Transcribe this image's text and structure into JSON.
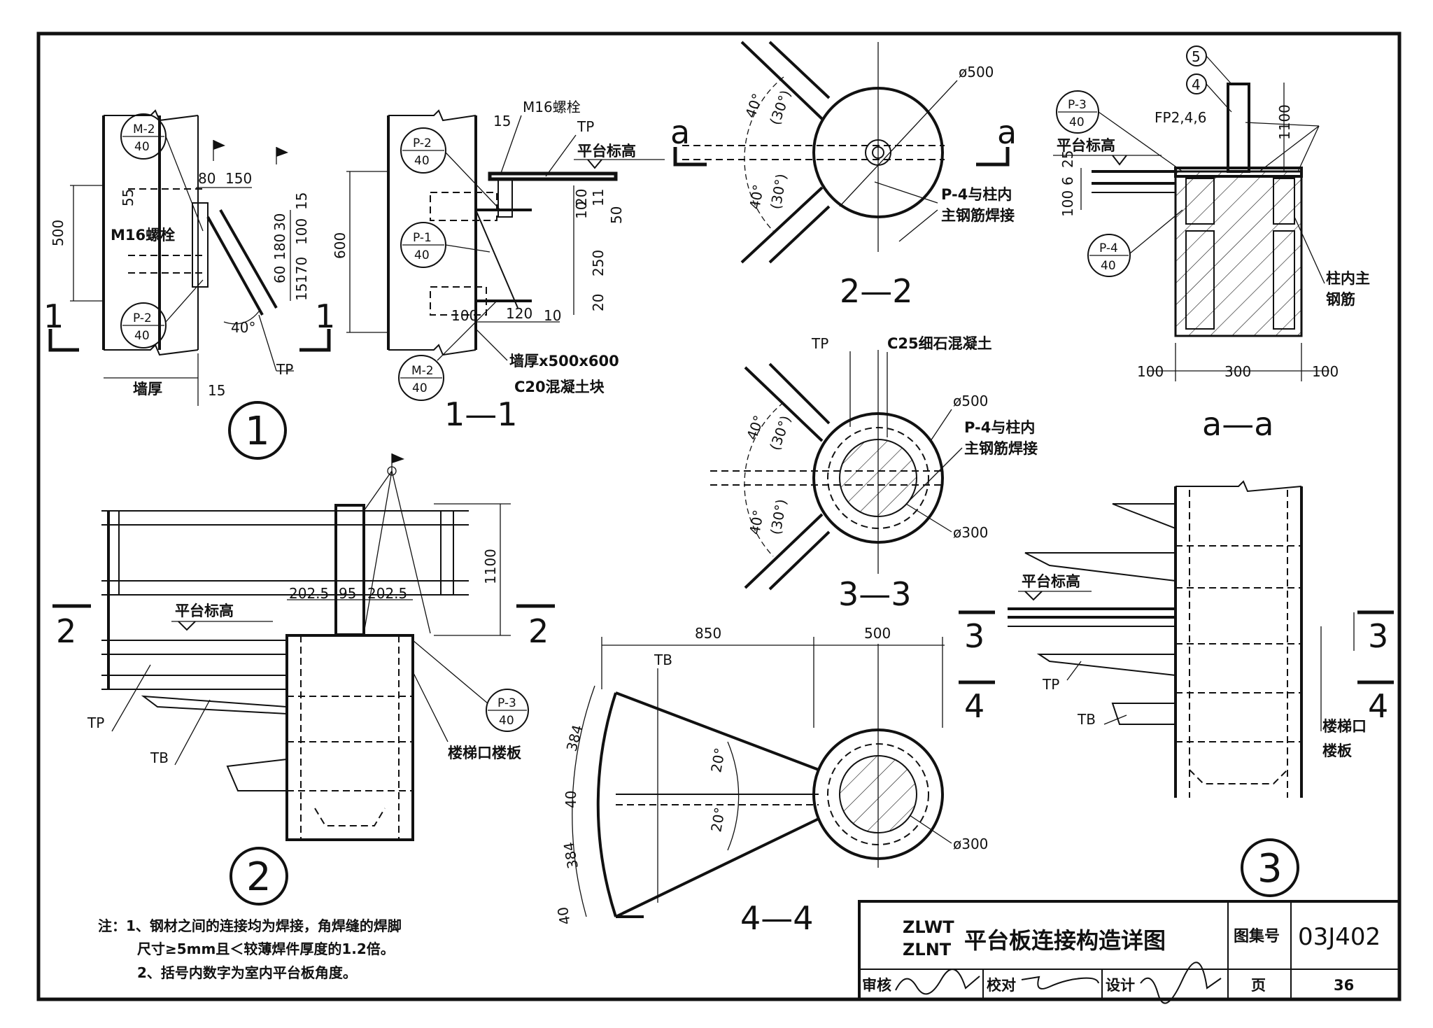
{
  "views": {
    "v1": {
      "title": "1",
      "texts": {
        "m2": "M-2",
        "m2n": "40",
        "p2": "P-2",
        "p2n": "40",
        "bolt": "M16螺栓",
        "d80": "80",
        "d150": "150",
        "d500": "500",
        "d55": "55",
        "d30": "30",
        "d180": "180",
        "d100": "100",
        "d15a": "15",
        "d60": "60",
        "d170": "170",
        "d15b": "15",
        "ang": "40°",
        "wall": "墙厚",
        "d15w": "15",
        "tp": "TP",
        "cut": "1"
      }
    },
    "v11": {
      "title": "1—1",
      "texts": {
        "bolt": "M16螺栓",
        "tp": "TP",
        "plat": "平台标高",
        "d15": "15",
        "d600": "600",
        "p2": "P-2",
        "p2n": "40",
        "p1": "P-1",
        "p1n": "40",
        "m2": "M-2",
        "m2n": "40",
        "d20a": "20",
        "d10a": "10",
        "d11": "11",
        "d50": "50",
        "d250": "250",
        "d20b": "20",
        "d100": "100",
        "d120": "120",
        "d10b": "10",
        "block1": "墙厚x500x600",
        "block2": "C20混凝土块"
      }
    },
    "v22": {
      "title": "2—2",
      "texts": {
        "a": "a",
        "phi": "ø500",
        "a40a": "40°",
        "a30a": "(30°)",
        "a40b": "40°",
        "a30b": "(30°)",
        "p4a": "P-4与柱内",
        "p4b": "主钢筋焊接"
      }
    },
    "vaa": {
      "title": "a—a",
      "texts": {
        "n5": "5",
        "n4": "4",
        "p3": "P-3",
        "p3n": "40",
        "fp": "FP2,4,6",
        "plat": "平台标高",
        "d6": "6",
        "d25": "25",
        "d100": "100",
        "d1100": "1100",
        "p4": "P-4",
        "p4n": "40",
        "bar1": "柱内主",
        "bar2": "钢筋",
        "w100a": "100",
        "w300": "300",
        "w100b": "100"
      }
    },
    "v33": {
      "title": "3—3",
      "texts": {
        "tp": "TP",
        "c25": "C25细石混凝土",
        "phi500": "ø500",
        "p4a": "P-4与柱内",
        "p4b": "主钢筋焊接",
        "phi300": "ø300",
        "a40a": "40°",
        "a30a": "(30°)",
        "a40b": "40°",
        "a30b": "(30°)"
      }
    },
    "v2": {
      "title": "2",
      "texts": {
        "cut": "2",
        "plat": "平台标高",
        "d1100": "1100",
        "d2025a": "202.5",
        "d95": "95",
        "d2025b": "202.5",
        "p3": "P-3",
        "p3n": "40",
        "tp": "TP",
        "tb": "TB",
        "open": "楼梯口楼板"
      }
    },
    "v44": {
      "title": "4—4",
      "texts": {
        "d850": "850",
        "d500": "500",
        "tb": "TB",
        "d384a": "384",
        "d40a": "40",
        "d384b": "384",
        "d40b": "40",
        "a20a": "20°",
        "a20b": "20°",
        "phi300": "ø300"
      }
    },
    "v3": {
      "title": "3",
      "texts": {
        "plat": "平台标高",
        "tp": "TP",
        "tb": "TB",
        "c3": "3",
        "c4": "4",
        "open1": "楼梯口",
        "open2": "楼板"
      }
    }
  },
  "notes": {
    "n1a": "注：1、钢材之间的连接均为焊接，角焊缝的焊脚",
    "n1b": "尺寸≥5mm且＜较薄焊件厚度的1.2倍。",
    "n2": "2、括号内数字为室内平台板角度。"
  },
  "title_block": {
    "code1": "ZLWT",
    "code2": "ZLNT",
    "title": "平台板连接构造详图",
    "atlas_label": "图集号",
    "atlas_no": "03J402",
    "review": "审核",
    "check": "校对",
    "design": "设计",
    "page_label": "页",
    "page_no": "36"
  }
}
